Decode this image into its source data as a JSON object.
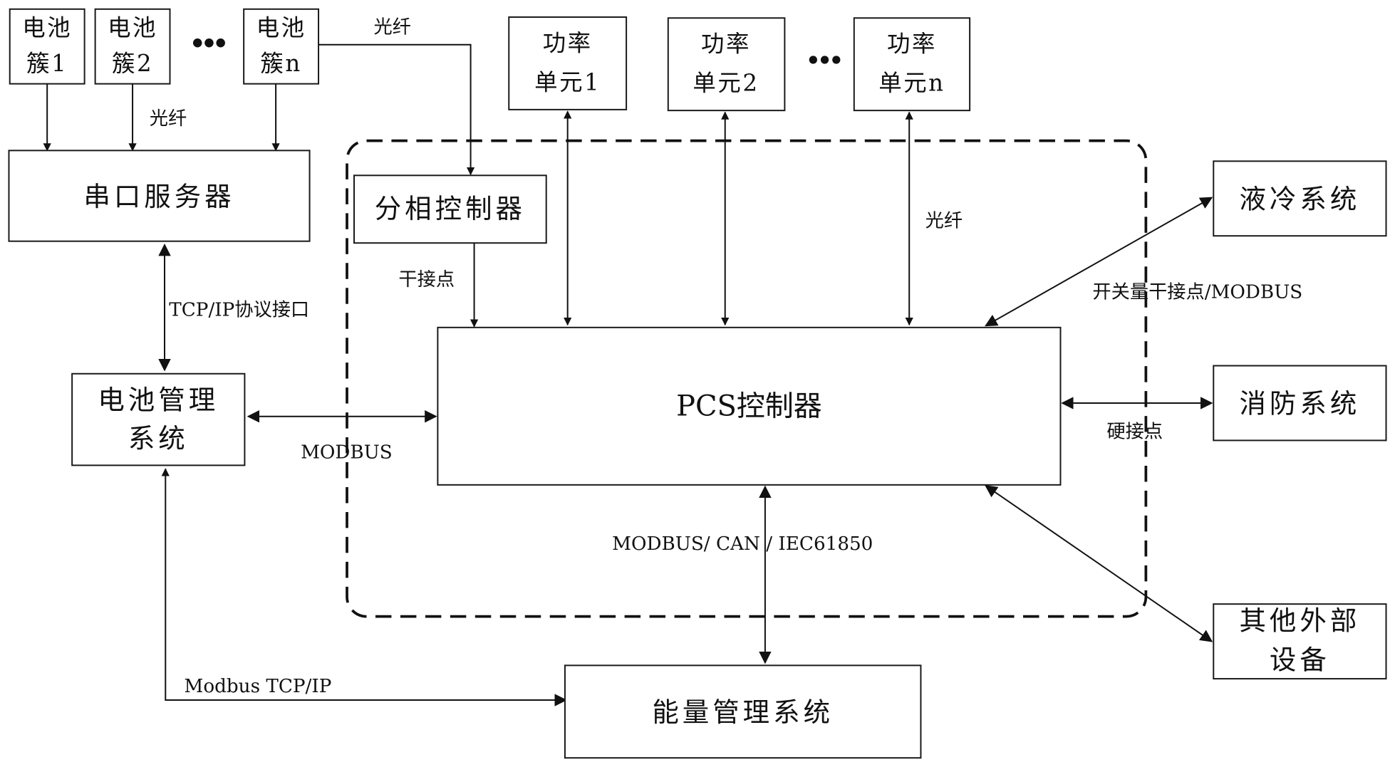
{
  "battery_clusters": [
    {
      "line1": "电池",
      "line2": "簇1"
    },
    {
      "line1": "电池",
      "line2": "簇2"
    },
    {
      "line1": "电池",
      "line2": "簇n"
    }
  ],
  "power_units": [
    {
      "line1": "功率",
      "line2": "单元1"
    },
    {
      "line1": "功率",
      "line2": "单元2"
    },
    {
      "line1": "功率",
      "line2": "单元n"
    }
  ],
  "ellipsis": "•••",
  "serial_server": "串口服务器",
  "phase_controller": "分相控制器",
  "bms": {
    "line1": "电池管理",
    "line2": "系统"
  },
  "pcs_controller": "PCS控制器",
  "ems": "能量管理系统",
  "liquid_cooling": "液冷系统",
  "fire_protection": "消防系统",
  "other_devices": {
    "line1": "其他外部",
    "line2": "设备"
  },
  "labels": {
    "fiber_top": "光纤",
    "fiber_clusters": "光纤",
    "fiber_units": "光纤",
    "tcpip_interface": "TCP/IP协议接口",
    "dry_contact": "干接点",
    "modbus_bms": "MODBUS",
    "switch_dry_modbus": "开关量干接点/MODBUS",
    "hard_contact": "硬接点",
    "modbus_can_iec": "MODBUS/ CAN / IEC61850",
    "modbus_tcpip": "Modbus TCP/IP"
  }
}
